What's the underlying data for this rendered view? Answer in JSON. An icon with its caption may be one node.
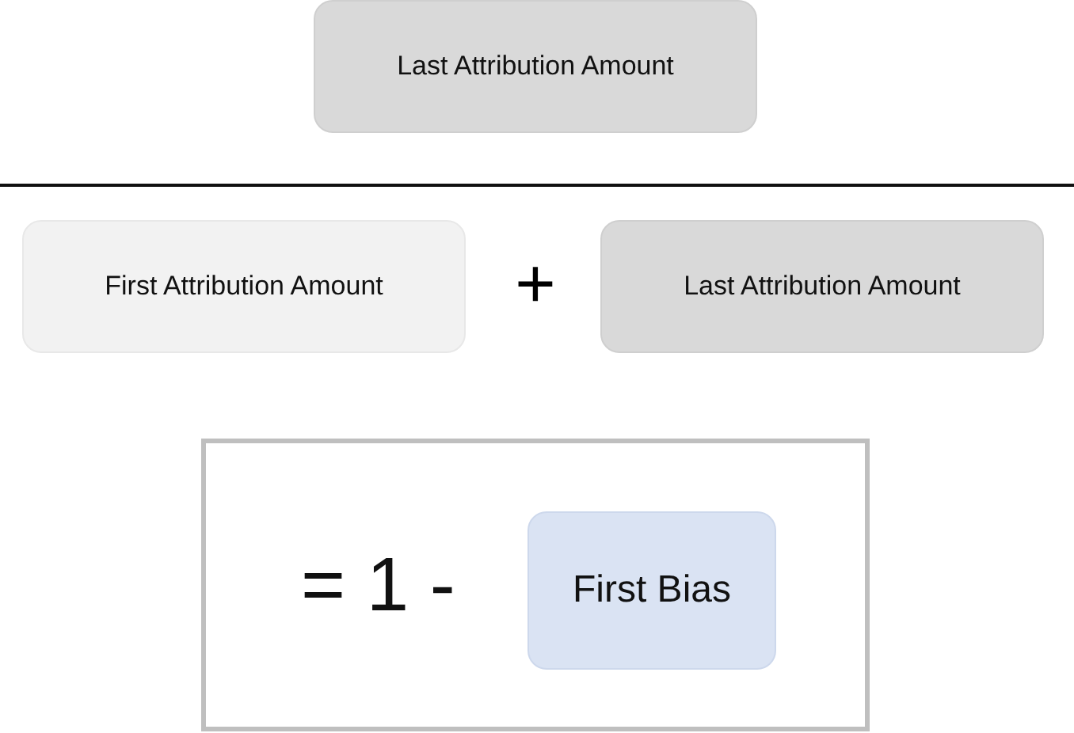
{
  "diagram": {
    "nodes": [
      {
        "text": [
          "Last Attribution Amount"
        ]
      },
      {
        "text": [
          "First Attribution Amount"
        ]
      },
      {
        "text": [
          "Last Attribution Amount"
        ]
      },
      {
        "text": [
          "= 1 -"
        ]
      },
      {
        "text": [
          "First Bias"
        ],
        "in": 3
      }
    ],
    "labels": [
      "+"
    ]
  }
}
